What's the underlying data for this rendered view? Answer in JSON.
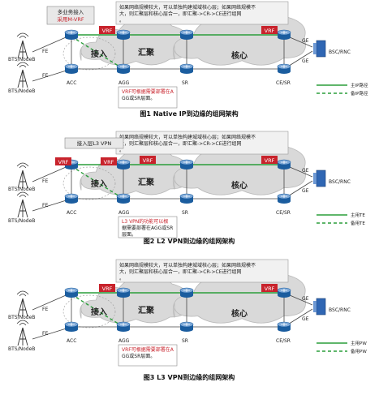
{
  "figures": [
    {
      "caption": "图1 Native IP到边缘的组网架构",
      "note_top": "如果网络规模较大，可以单独构建城域核心层；如果网络规模不大，则汇聚层和核心层合一，即汇聚->CR->CE进行组网。",
      "access_box": [
        "多业务接入",
        "采用M-VRF"
      ],
      "vrf_labels": [
        "VRF",
        "VRF"
      ],
      "note_bottom": "VRF可根据需要部署在AGG或SR层面。",
      "nodes": {
        "bts1": "BTS/NodeB",
        "bts2": "BTS/NodeB",
        "acc": "ACC",
        "agg": "AGG",
        "sr": "SR",
        "cesr": "CE/SR",
        "bsc": "BSC/RNC"
      },
      "links": {
        "fe1": "FE",
        "fe2": "FE",
        "ge1": "GE",
        "ge2": "GE"
      },
      "regions": {
        "access": "接入",
        "converge": "汇聚",
        "core": "核心"
      },
      "legend": [
        {
          "label": "主IP路径",
          "style": "solid"
        },
        {
          "label": "备IP路径",
          "style": "dashed"
        }
      ]
    },
    {
      "caption": "图2 L2 VPN到边缘的组网架构",
      "note_top": "如果网络规模较大，可以单独构建城域核心层；如果网络规模不大，则汇聚层和核心层合一，即汇聚->CR->CE进行组网。",
      "access_box": [
        "接入层L3 VPN"
      ],
      "vrf_labels": [
        "VRF",
        "VRF",
        "VRF",
        "VRF"
      ],
      "note_bottom": "L3 VPN的功能可以根据需要部署在AGG或SR层面。",
      "nodes": {
        "bts1": "BTS/NodeB",
        "bts2": "BTS/NodeB",
        "acc": "ACC",
        "agg": "AGG",
        "sr": "SR",
        "cesr": "CE/SR",
        "bsc": "BSC/RNC"
      },
      "links": {
        "fe1": "FE",
        "fe2": "FE",
        "ge1": "GE",
        "ge2": "GE"
      },
      "regions": {
        "access": "接入",
        "converge": "汇聚",
        "core": "核心"
      },
      "legend": [
        {
          "label": "主用TE",
          "style": "solid"
        },
        {
          "label": "备用TE",
          "style": "dashed"
        }
      ]
    },
    {
      "caption": "图3 L3 VPN到边缘的组网架构",
      "note_top": "如果网络规模较大，可以单独构建城域核心层；如果网络规模不大，则汇聚层和核心层合一，即汇聚->CR->CE进行组网。",
      "access_box": [],
      "vrf_labels": [
        "VRF",
        "VRF"
      ],
      "note_bottom": "VRF可根据需要部署在AGG或SR层面。",
      "nodes": {
        "bts1": "BTS/NodeB",
        "bts2": "BTS/NodeB",
        "acc": "ACC",
        "agg": "AGG",
        "sr": "SR",
        "cesr": "CE/SR",
        "bsc": "BSC/RNC"
      },
      "links": {
        "fe1": "FE",
        "fe2": "FE",
        "ge1": "GE",
        "ge2": "GE"
      },
      "regions": {
        "access": "接入",
        "converge": "汇聚",
        "core": "核心"
      },
      "legend": [
        {
          "label": "主用PW",
          "style": "solid"
        },
        {
          "label": "备用PW",
          "style": "dashed"
        }
      ]
    }
  ],
  "colors": {
    "router": "#1b5d9f",
    "router_top": "#7ea9d8",
    "vrf": "#c8232c",
    "green": "#2a9d3a",
    "cloud": "#d9d9d9",
    "note_bg": "#f1f1f1"
  }
}
